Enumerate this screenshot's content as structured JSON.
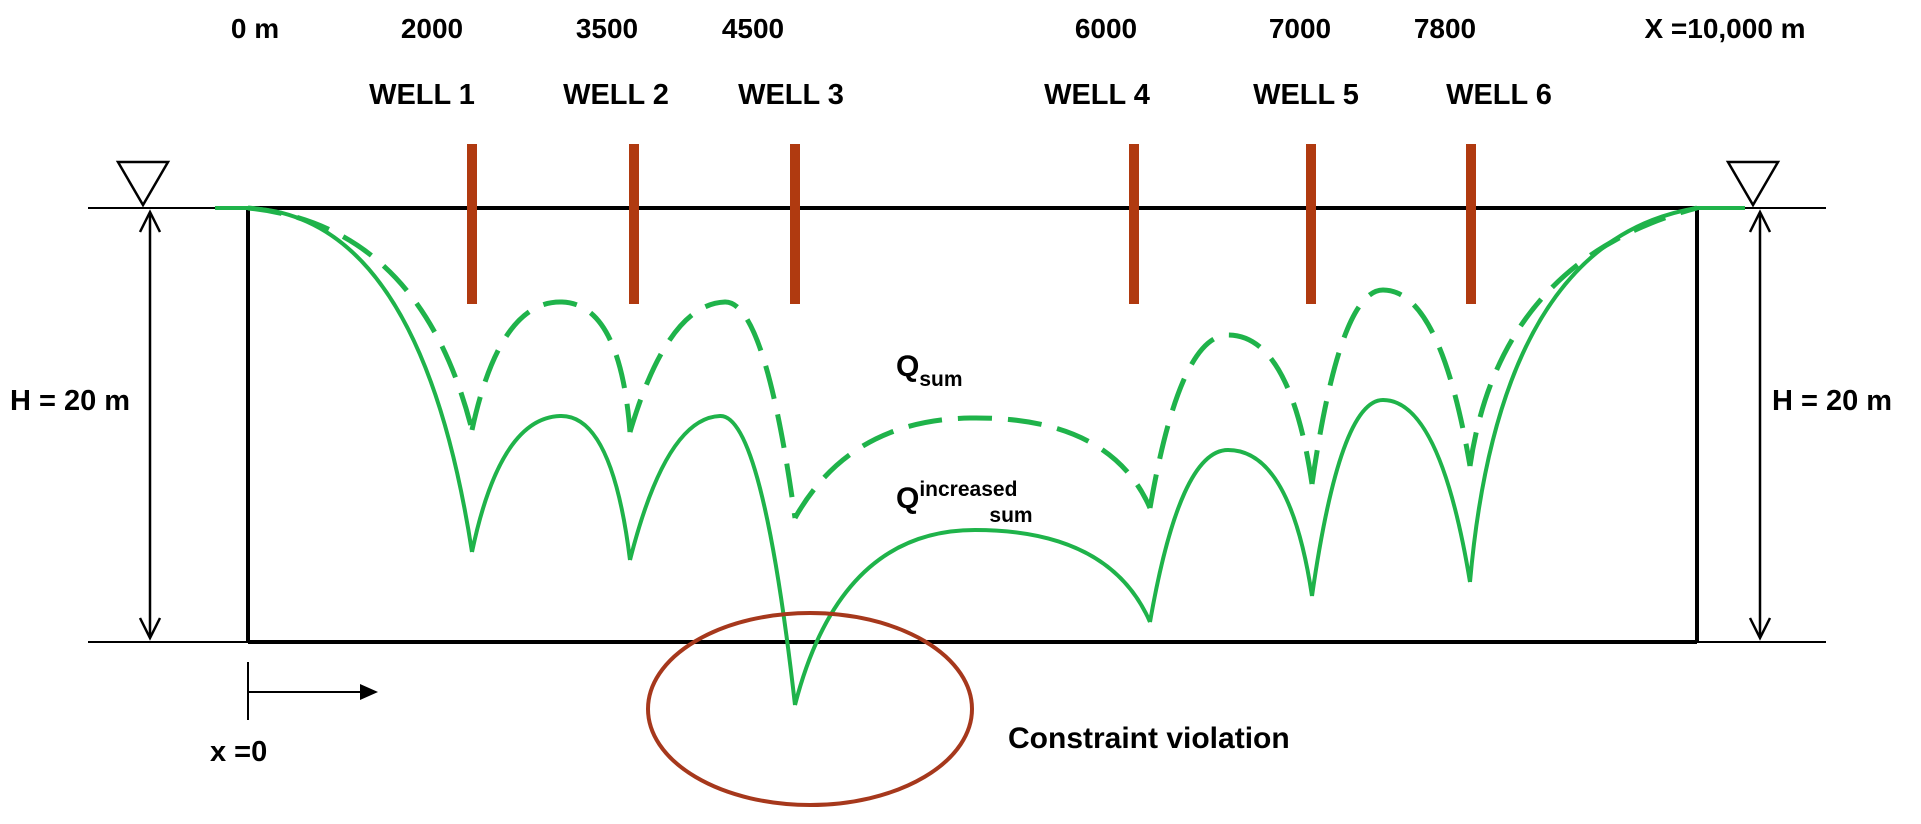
{
  "colors": {
    "background": "#ffffff",
    "frame": "#000000",
    "well": "#b03a10",
    "curve": "#1fb34a",
    "violation": "#a6381c"
  },
  "labels": {
    "pos_0": "0 m",
    "pos_2000": "2000",
    "pos_3500": "3500",
    "pos_4500": "4500",
    "pos_6000": "6000",
    "pos_7000": "7000",
    "pos_7800": "7800",
    "pos_end": "X =10,000 m",
    "well_1": "WELL 1",
    "well_2": "WELL 2",
    "well_3": "WELL 3",
    "well_4": "WELL 4",
    "well_5": "WELL 5",
    "well_6": "WELL 6",
    "h_left": "H = 20 m",
    "h_right": "H = 20 m",
    "q_sum_main": "Q",
    "q_sum_sub": "sum",
    "q_inc_main": "Q",
    "q_inc_sup": "increased",
    "q_inc_sub": "sum",
    "x0": "x =0",
    "constraint": "Constraint violation"
  },
  "icons": {
    "water_table_left": "water-table-triangle-icon",
    "water_table_right": "water-table-triangle-icon",
    "x_direction": "right-arrow-icon"
  }
}
